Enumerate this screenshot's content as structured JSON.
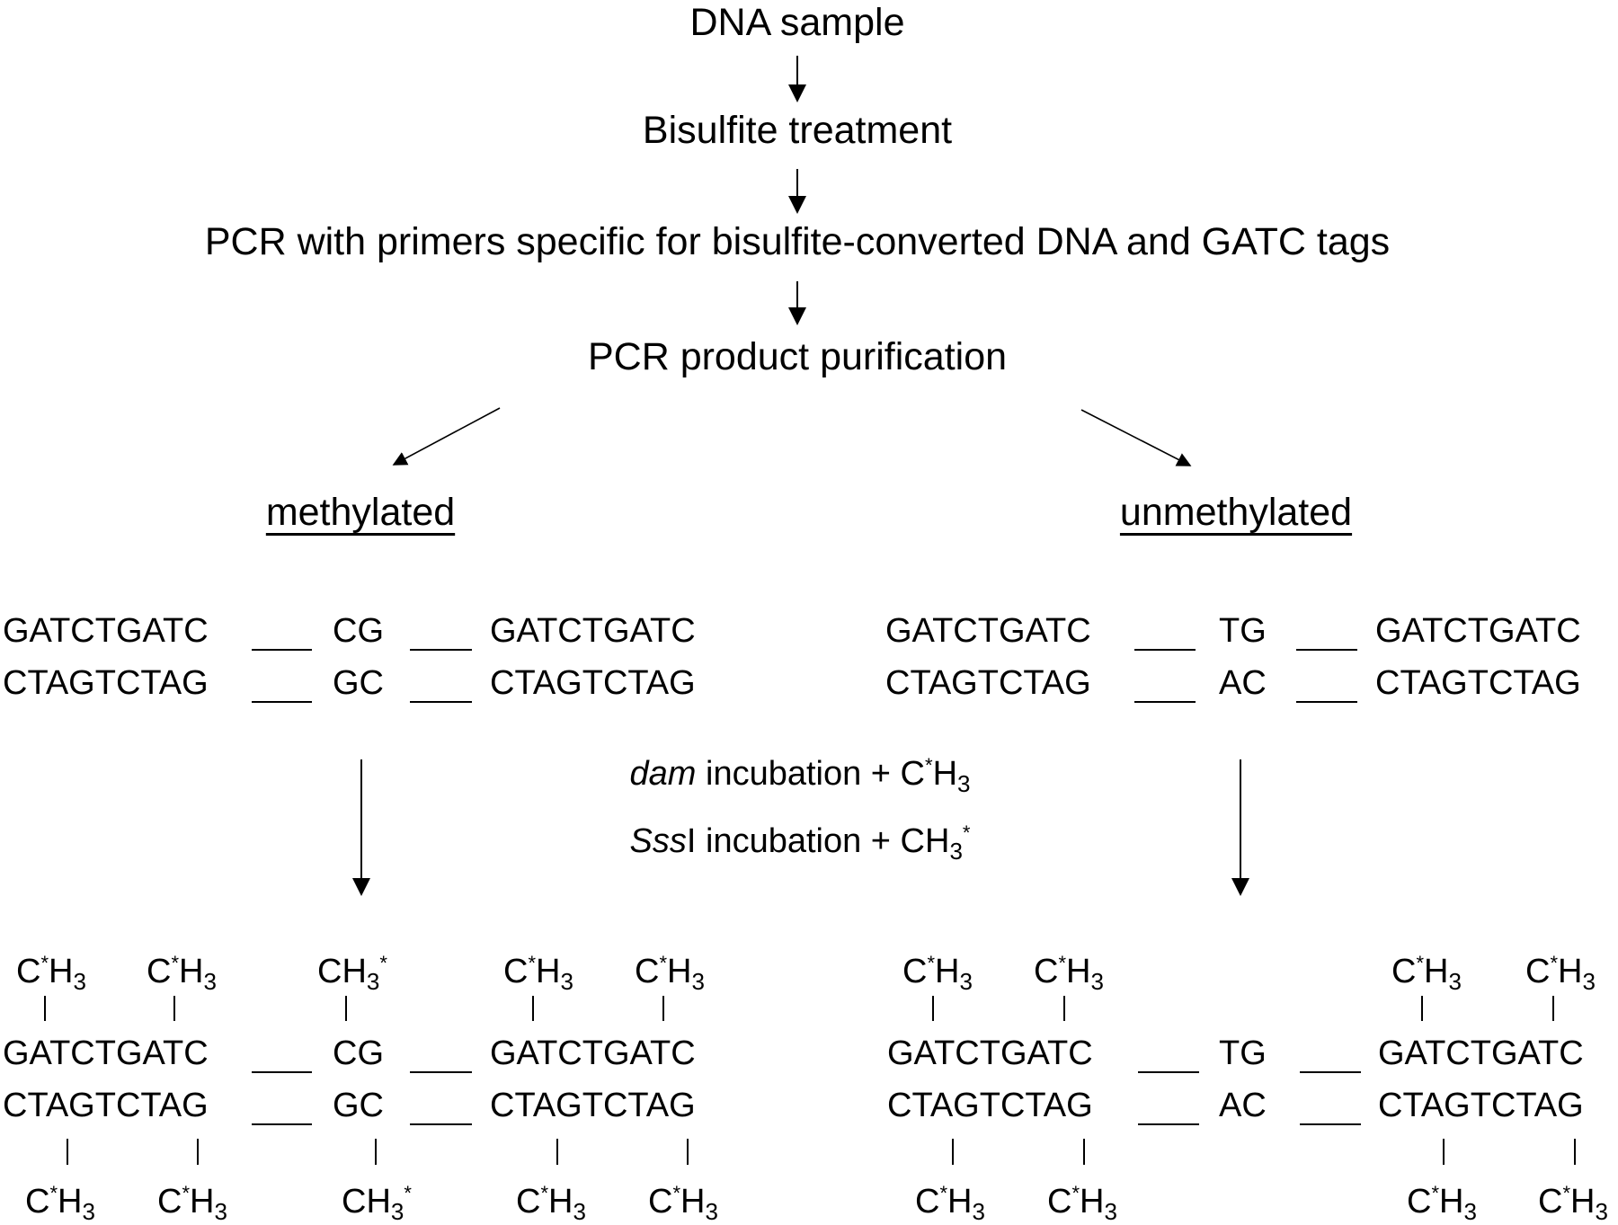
{
  "steps": {
    "s1": "DNA sample",
    "s2": "Bisulfite treatment",
    "s3": "PCR with primers specific for bisulfite-converted DNA and GATC tags",
    "s4": "PCR product purification"
  },
  "branches": {
    "methylated": "methylated",
    "unmethylated": "unmethylated"
  },
  "sequences": {
    "tag_top": "GATCTGATC",
    "tag_bottom": "CTAGTCTAG",
    "methylated_mid_top": "CG",
    "methylated_mid_bottom": "GC",
    "unmethylated_mid_top": "TG",
    "unmethylated_mid_bottom": "AC"
  },
  "conditions": {
    "dam_italic": "dam",
    "dam_rest": " incubation + C",
    "sss_italic": "Sss",
    "sss_rest": "I incubation + CH",
    "star": "*",
    "three": "3"
  },
  "methyl_labels": {
    "dam_C": "C",
    "dam_H": "H",
    "sss_CH": "CH",
    "star": "*",
    "three": "3"
  },
  "colors": {
    "ink": "#000000",
    "background": "#ffffff"
  }
}
